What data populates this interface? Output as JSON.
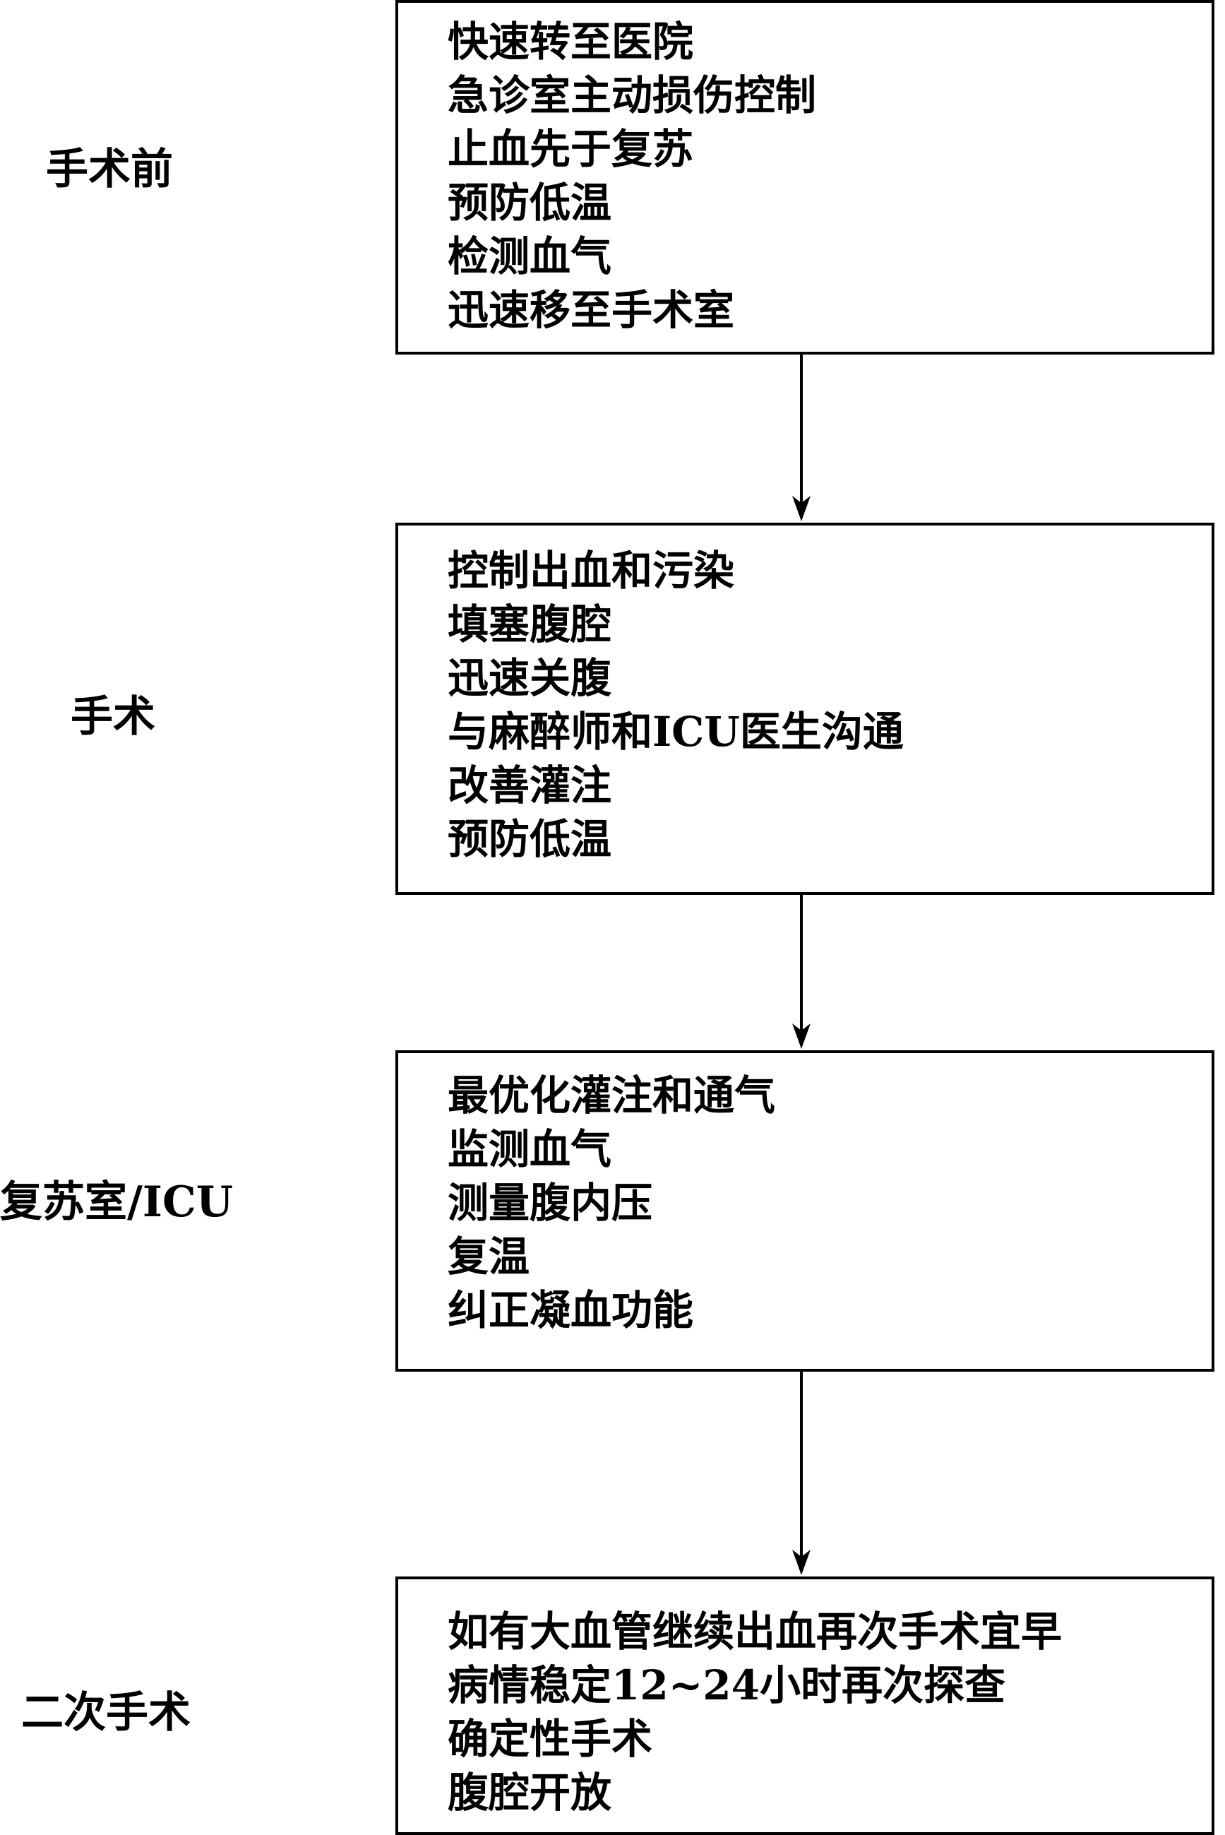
{
  "stages": [
    {
      "label": "手术前",
      "lines": [
        "快速转至医院",
        "急诊室主动损伤控制",
        "止血先于复苏",
        "预防低温",
        "检测血气",
        "迅速移至手术室"
      ]
    },
    {
      "label": "手术",
      "lines": [
        "控制出血和污染",
        "填塞腹腔",
        "迅速关腹",
        "与麻醉师和ICU医生沟通",
        "改善灌注",
        "预防低温"
      ]
    },
    {
      "label": "复苏室/ICU",
      "lines": [
        "最优化灌注和通气",
        "监测血气",
        "测量腹内压",
        "复温",
        "纠正凝血功能"
      ]
    },
    {
      "label": "二次手术",
      "lines": [
        "如有大血管继续出血再次手术宜早",
        "病情稳定12~24小时再次探查",
        "确定性手术",
        "腹腔开放"
      ]
    }
  ],
  "colors": {
    "line": "#000000",
    "text": "#000000",
    "background": "#ffffff"
  }
}
